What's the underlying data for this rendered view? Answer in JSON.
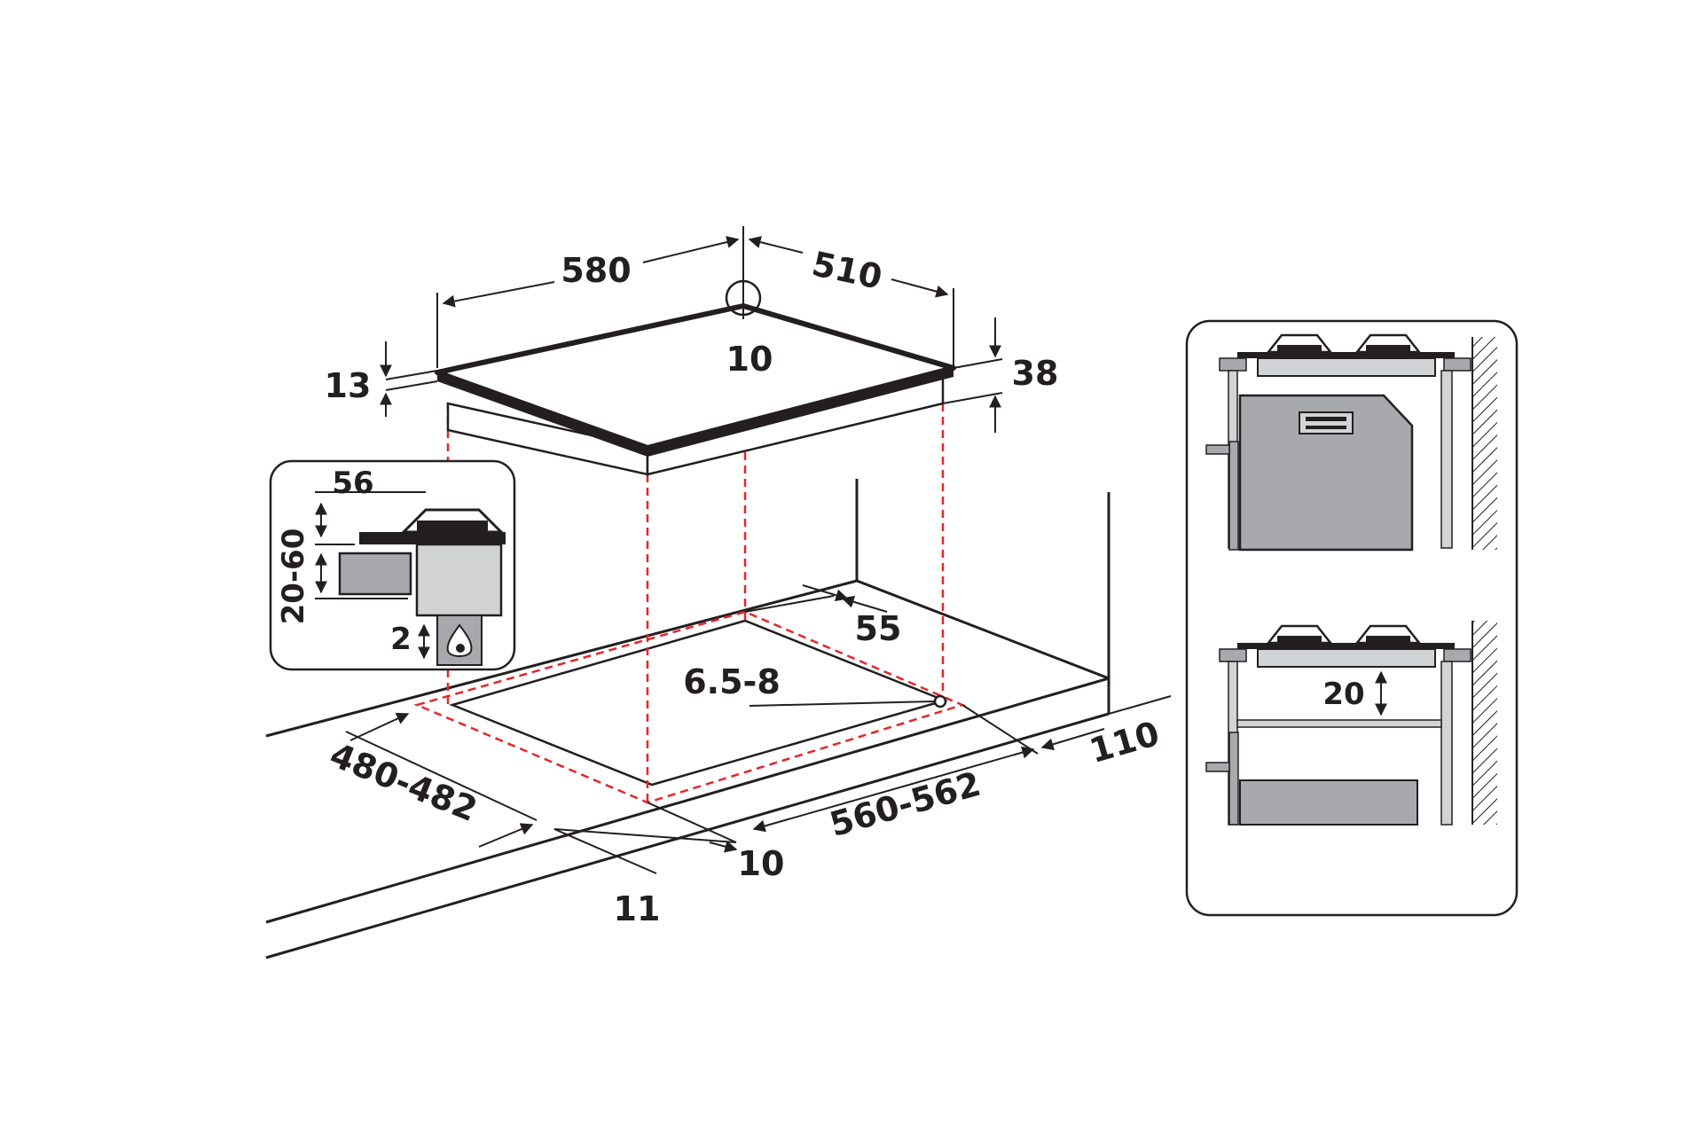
{
  "diagram": {
    "hob": {
      "width": "580",
      "depth": "510",
      "corner_radius": "10",
      "glass_thickness": "13",
      "total_height": "38"
    },
    "cutout": {
      "width": "560-562",
      "depth": "480-482",
      "side_margin": "55",
      "clip_hole": "6.5-8",
      "front_offset": "10",
      "front_edge": "11",
      "wall_clearance": "110"
    },
    "inset_left": {
      "burner_height": "56",
      "worktop_range": "20-60",
      "gas_gap": "2"
    },
    "inset_right": {
      "shelf_gap": "20"
    },
    "colors": {
      "line": "#231f20",
      "guide_red": "#e4262a",
      "grey_fill": "#a7a9ac",
      "light_fill": "#d1d3d4"
    }
  }
}
